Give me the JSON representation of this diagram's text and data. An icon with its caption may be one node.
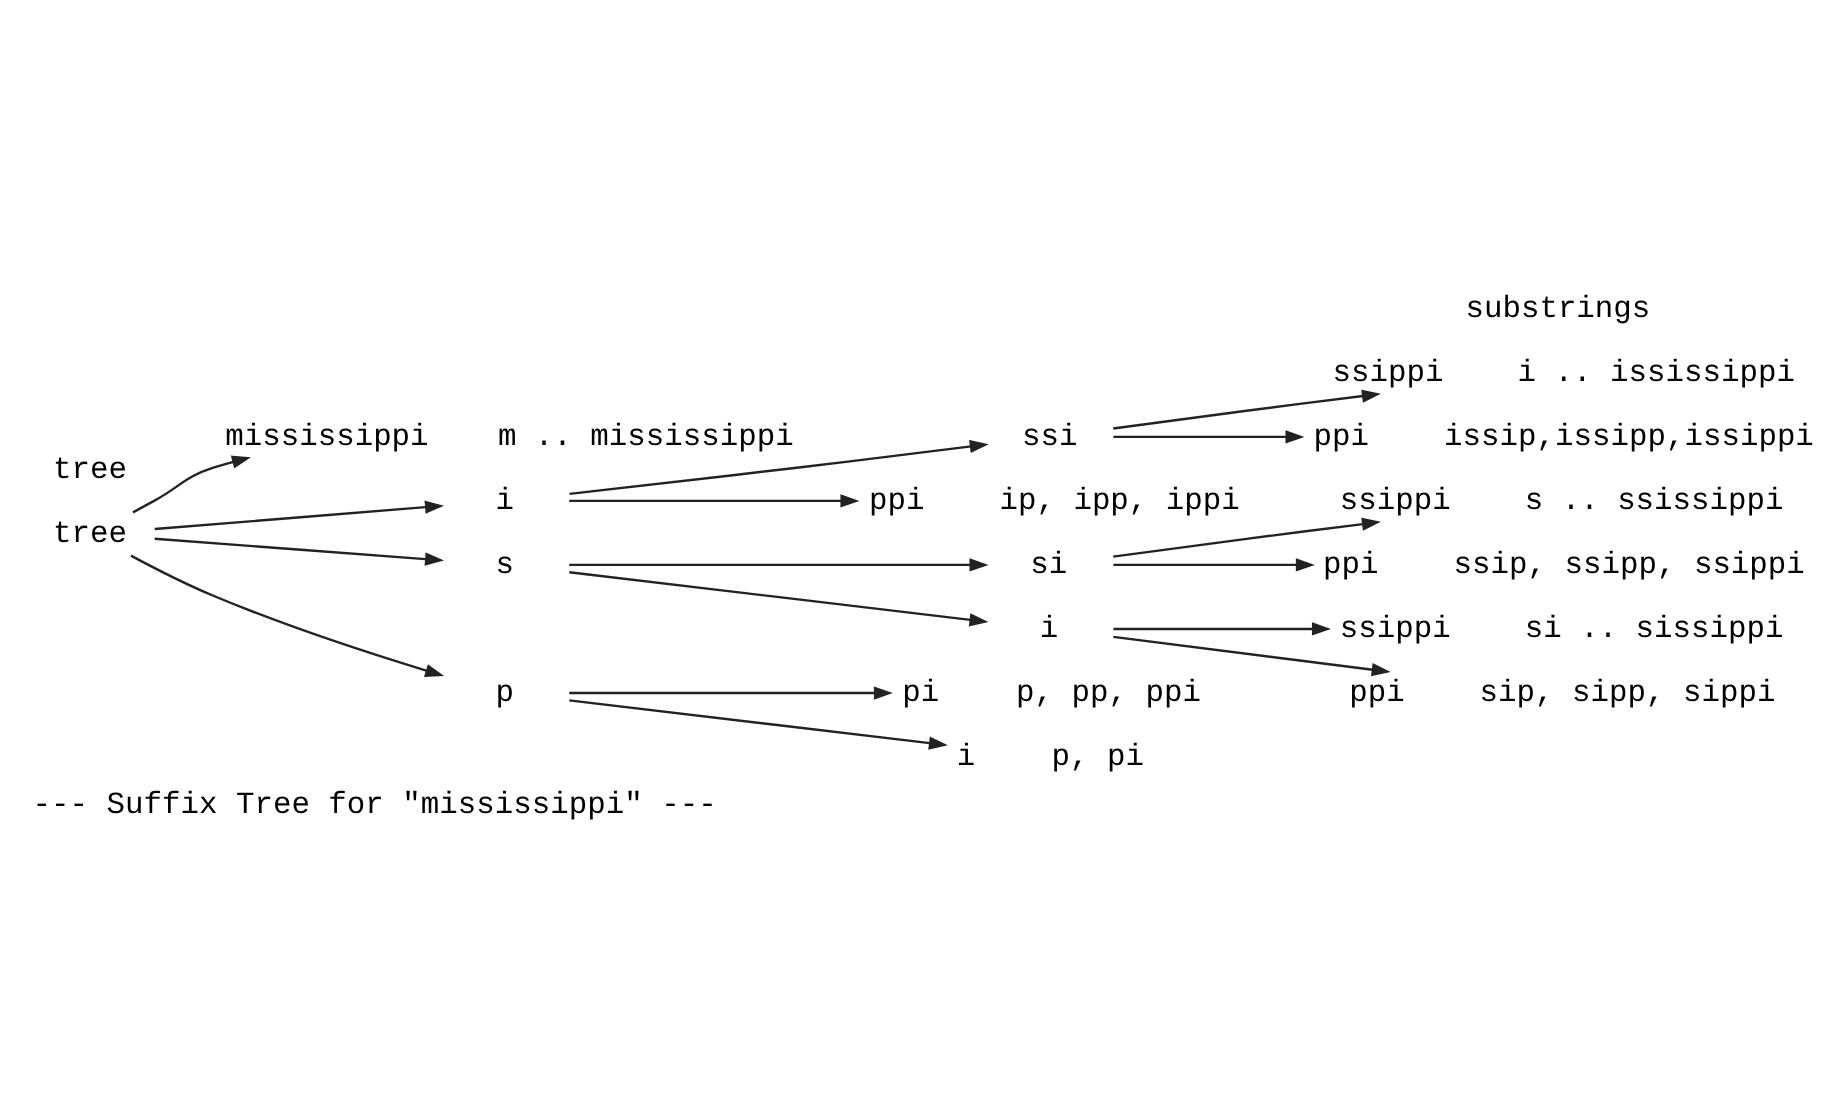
{
  "diagram": {
    "caption": "--- Suffix Tree for \"mississippi\" ---",
    "nodes": [
      {
        "text": [
          "tree"
        ]
      },
      {
        "text": [
          "mississippi"
        ],
        "beside": [
          "m .. mississippi"
        ]
      },
      {
        "text": [
          "i"
        ]
      },
      {
        "text": [
          "ssi"
        ]
      },
      {
        "text": [
          "ssippi"
        ],
        "beside": [
          "i .. ississippi"
        ]
      },
      {
        "text": [
          "ppi"
        ],
        "beside": [
          "issip,issipp,issippi"
        ]
      },
      {
        "text": [
          "ppi"
        ],
        "beside": [
          "ip, ipp, ippi"
        ]
      },
      {
        "text": [
          "s"
        ]
      },
      {
        "text": [
          "si"
        ]
      },
      {
        "text": [
          "ssippi"
        ],
        "beside": [
          "s .. ssissippi"
        ]
      },
      {
        "text": [
          "ppi"
        ],
        "beside": [
          "ssip, ssipp, ssippi"
        ]
      },
      {
        "text": [
          "i"
        ]
      },
      {
        "text": [
          "ssippi"
        ],
        "beside": [
          "si .. sissippi"
        ]
      },
      {
        "text": [
          "ppi"
        ],
        "beside": [
          "sip, sipp, sippi"
        ]
      },
      {
        "text": [
          "p"
        ]
      },
      {
        "text": [
          "pi"
        ],
        "beside": [
          "p, pp, ppi"
        ]
      },
      {
        "text": [
          "i"
        ],
        "beside": [
          "p, pi"
        ]
      }
    ],
    "edges": [
      {
        "from": 0,
        "to": 1,
        "arrow": "to"
      },
      {
        "from": 0,
        "to": 2,
        "arrow": "to"
      },
      {
        "from": 2,
        "to": 3,
        "arrow": "to"
      },
      {
        "from": 3,
        "to": 4,
        "arrow": "to"
      },
      {
        "from": 3,
        "to": 5,
        "arrow": "to"
      },
      {
        "from": 2,
        "to": 6,
        "arrow": "to"
      },
      {
        "from": 0,
        "to": 7,
        "arrow": "to"
      },
      {
        "from": 7,
        "to": 8,
        "arrow": "to"
      },
      {
        "from": 8,
        "to": 9,
        "arrow": "to"
      },
      {
        "from": 8,
        "to": 10,
        "arrow": "to"
      },
      {
        "from": 7,
        "to": 11,
        "arrow": "to"
      },
      {
        "from": 11,
        "to": 12,
        "arrow": "to"
      },
      {
        "from": 11,
        "to": 13,
        "arrow": "to"
      },
      {
        "from": 0,
        "to": 14,
        "arrow": "to"
      },
      {
        "from": 14,
        "to": 15,
        "arrow": "to"
      },
      {
        "from": 14,
        "to": 16,
        "arrow": "to"
      }
    ],
    "labels": [
      "tree",
      "substrings"
    ]
  }
}
